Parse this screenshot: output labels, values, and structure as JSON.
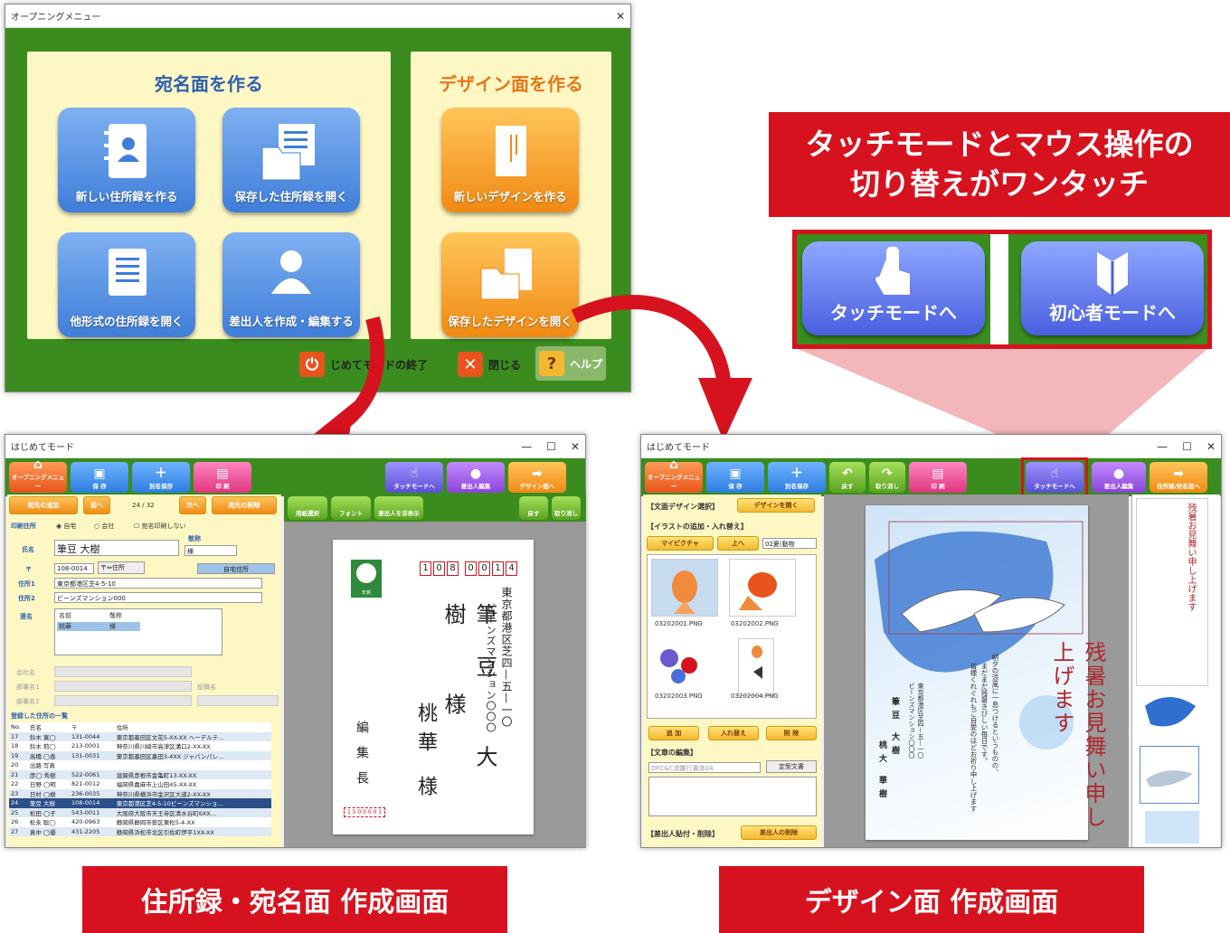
{
  "opening_window": {
    "title": "オープニングメニュー",
    "close": "✕",
    "address_panel": {
      "heading": "宛名面を作る",
      "buttons": [
        "新しい住所録を作る",
        "保存した住所録を開く",
        "他形式の住所録を開く",
        "差出人を作成・編集する"
      ]
    },
    "design_panel": {
      "heading": "デザイン面を作る",
      "buttons": [
        "新しいデザインを作る",
        "保存したデザインを開く"
      ]
    },
    "bottom": {
      "exit_mode": "じめてモードの終了",
      "close": "閉じる",
      "help": "ヘルプ"
    }
  },
  "callout": {
    "line1": "タッチモードとマウス操作の",
    "line2": "切り替えがワンタッチ",
    "touch_button": "タッチモードへ",
    "beginner_button": "初心者モードへ"
  },
  "address_window": {
    "title": "はじめてモード",
    "toolbar": [
      "オープニングメニュー",
      "保 存",
      "別名保存",
      "印 刷",
      "タッチモードへ",
      "差出人編集",
      "デザイン面へ"
    ],
    "nav": {
      "add": "宛先の追加",
      "prev": "前へ",
      "count": "24 /  32",
      "next": "次へ",
      "delete": "宛先の削除"
    },
    "print_addr": "印刷住所",
    "radio": [
      "自宅",
      "会社"
    ],
    "no_print": "宛名印刷しない",
    "honorific_label": "敬称",
    "name_label": "氏名",
    "name": "筆豆 大樹",
    "honorific": "様",
    "zip_label": "〒",
    "zip": "108-0014",
    "zip_btn": "〒⇔住所",
    "home_btn": "自宅住所",
    "addr1_label": "住所1",
    "addr1": "東京都港区芝4-5-10",
    "addr2_label": "住所2",
    "addr2": "ビーンズマンション000",
    "joint_label": "連名",
    "joint_head": [
      "名前",
      "敬称"
    ],
    "joint_row": [
      "桃華",
      "様"
    ],
    "company_label": "会社名",
    "dept1_label": "部署名1",
    "dept2_label": "部署名2",
    "title_label": "役職名",
    "list_heading": "登録した住所の一覧",
    "list_head": [
      "No.",
      "氏名",
      "〒",
      "住所"
    ],
    "rows": [
      [
        "17",
        "鈴木 寛◯",
        "131-0044",
        "東京都墨田区文花5-XX-XX ヘーデルテ…"
      ],
      [
        "18",
        "鈴木 莉◯",
        "213-0001",
        "神奈川県川崎市高津区溝口2-XX-XX"
      ],
      [
        "19",
        "高橋 ◯香",
        "131-0031",
        "東京都墨田区墨田3-4XX ジャパンパレ…"
      ],
      [
        "20",
        "出路 写真",
        "",
        ""
      ],
      [
        "21",
        "彦◯ 秀樹",
        "522-0061",
        "滋賀県彦根市金亀町13-XX-XX"
      ],
      [
        "22",
        "日野 ◯明",
        "821-0012",
        "福岡県嘉麻市上山田45-XX-XX"
      ],
      [
        "23",
        "日村 ◯樹",
        "236-0035",
        "神奈川県横浜市金沢区大道2-XX-XX"
      ],
      [
        "24",
        "筆豆 大樹",
        "108-0014",
        "東京都港区芝4-5-10ビーンズマンショ…"
      ],
      [
        "25",
        "松田 ◯子",
        "543-0011",
        "大阪府大阪市天王寺区清水谷町6XX…"
      ],
      [
        "26",
        "松永 聡◯",
        "420-0963",
        "静岡県静岡市葵区東松5-4-XX"
      ],
      [
        "27",
        "真中 ◯優",
        "431-2205",
        "静岡県浜松市北区引佐町伊平1XX-XX"
      ]
    ],
    "right_toolbar": [
      "用紙選択",
      "フォント",
      "差出人を非表示",
      "戻す",
      "取り消し"
    ],
    "card": {
      "zip": [
        "1",
        "0",
        "8",
        "0",
        "0",
        "1",
        "4"
      ],
      "address_v1": "東京都港区芝四—五—一〇",
      "address_v2": "ビーンズマンション〇〇〇",
      "name_main": "筆豆 大樹 様",
      "name_joint": "桃華 様",
      "sender_title": "編集長",
      "stamp_text": "年賀",
      "sender_zip": "1 5 0 0 0 0 1"
    }
  },
  "design_window": {
    "title": "はじめてモード",
    "toolbar": [
      "オープニングメニュー",
      "保 存",
      "別名保存",
      "戻す",
      "取り消し",
      "印 刷",
      "タッチモードへ",
      "差出人編集",
      "住所録/宛名面へ"
    ],
    "sec_design": "【文面デザイン選択】",
    "open_design": "デザインを開く",
    "sec_illust": "【イラストの追加・入れ替え】",
    "mypicture": "マイピクチャ",
    "up": "上へ",
    "folder": "02夏(動物",
    "thumbs": [
      "03202001.PNG",
      "03202002.PNG",
      "03202003.PNG",
      "03202004.PNG"
    ],
    "add": "追 加",
    "replace": "入れ替え",
    "delete": "削 除",
    "sec_text": "【文章の編集】",
    "font": "DFC&C流麗行書体04",
    "fixed": "定型文書",
    "sec_sender": "【差出人貼付・削除】",
    "sender_btn": "差出人の削除",
    "card": {
      "greeting": "残暑お見舞い申し上げます",
      "body1": "朝夕の涼風に一息つけるというものの、",
      "body2": "まだまだ残暑きびしい毎日です。",
      "body3": "皆様くれぐれもご自愛のほどお祈り申し上げます",
      "addr": "東京都港区芝四—五—一〇",
      "addr2": "ビーンズマンション〇〇〇",
      "name1": "筆豆 大樹",
      "name2": "桃大 華樹"
    }
  },
  "labels": {
    "left": "住所録・宛名面 作成画面",
    "right": "デザイン面 作成画面"
  },
  "colors": {
    "green": "#3a8c1e",
    "red": "#d7121f",
    "panel": "#fdf7c4"
  }
}
